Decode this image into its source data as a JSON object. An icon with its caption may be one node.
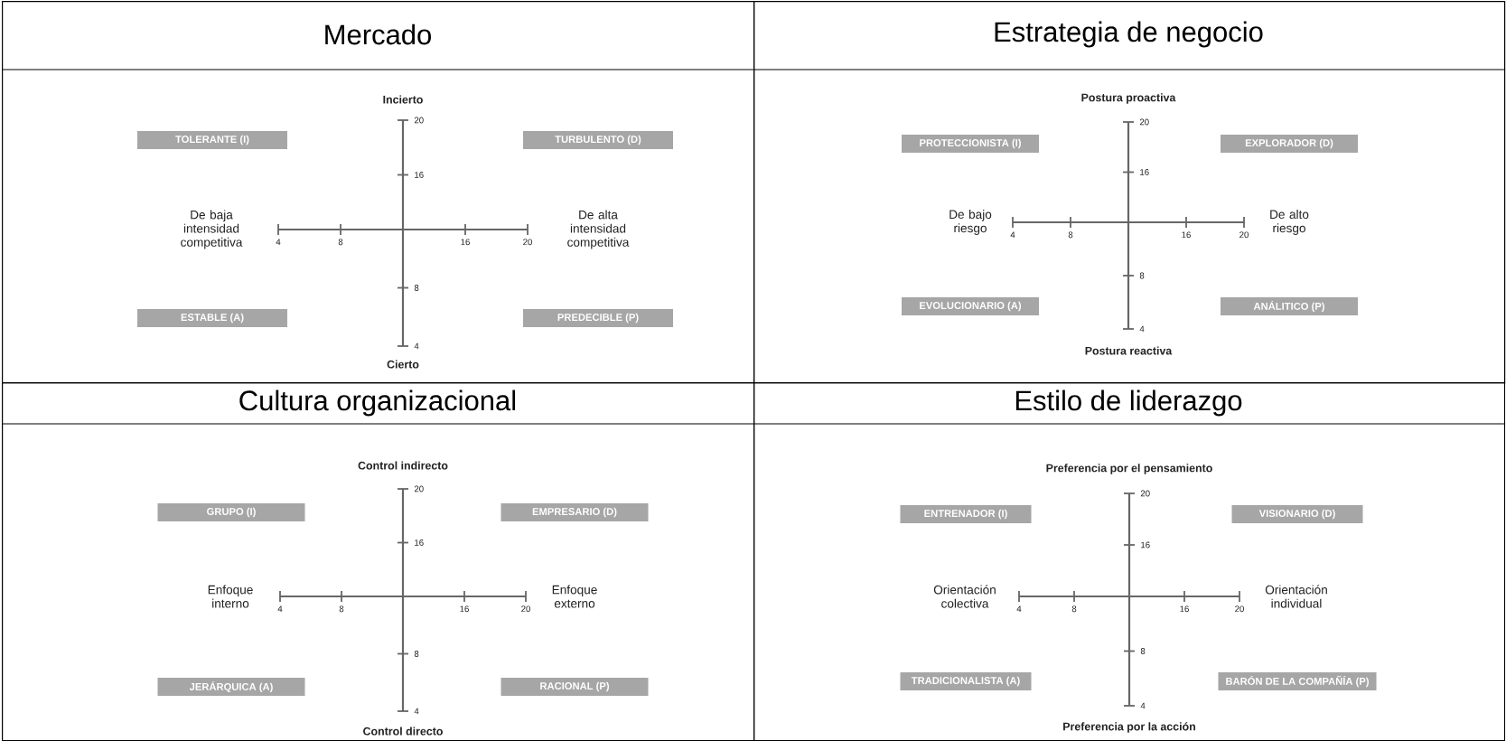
{
  "diagram": {
    "nodes": [
      {
        "text": [
          "Mercado"
        ]
      },
      {
        "text": [
          "TOLERANTE (I)"
        ],
        "in": 0
      },
      {
        "text": [
          "TURBULENTO (D)"
        ],
        "in": 0
      },
      {
        "text": [
          "ESTABLE (A)"
        ],
        "in": 0
      },
      {
        "text": [
          "PREDECIBLE (P)"
        ],
        "in": 0
      },
      {
        "text": [
          "Estrategia de negocio"
        ]
      },
      {
        "text": [
          "PROTECCIONISTA (I)"
        ],
        "in": 5
      },
      {
        "text": [
          "EXPLORADOR (D)"
        ],
        "in": 5
      },
      {
        "text": [
          "EVOLUCIONARIO (A)"
        ],
        "in": 5
      },
      {
        "text": [
          "ANÁLITICO (P)"
        ],
        "in": 5
      },
      {
        "text": [
          "Cultura organizacional"
        ]
      },
      {
        "text": [
          "GRUPO (I)"
        ],
        "in": 10
      },
      {
        "text": [
          "EMPRESARIO (D)"
        ],
        "in": 10
      },
      {
        "text": [
          "JERÁRQUICA (A)"
        ],
        "in": 10
      },
      {
        "text": [
          "RACIONAL (P)"
        ],
        "in": 10
      },
      {
        "text": [
          "Estilo de liderazgo"
        ]
      },
      {
        "text": [
          "ENTRENADOR (I)"
        ],
        "in": 15
      },
      {
        "text": [
          "VISIONARIO (D)"
        ],
        "in": 15
      },
      {
        "text": [
          "TRADICIONALISTA (A)"
        ],
        "in": 15
      },
      {
        "text": [
          "BARÓN DE LA COMPAÑÍA (P)"
        ],
        "in": 15
      }
    ],
    "labels": [
      "Incierto",
      "20",
      "16",
      "De baja intensidad competitiva",
      "4",
      "8",
      "16",
      "20",
      "De alta intensidad competitiva",
      "8",
      "4",
      "Cierto",
      "Postura proactiva",
      "20",
      "16",
      "De bajo riesgo",
      "4",
      "8",
      "16",
      "20",
      "De alto riesgo",
      "8",
      "4",
      "Postura reactiva",
      "Control indirecto",
      "20",
      "16",
      "Enfoque interno",
      "4",
      "8",
      "16",
      "20",
      "Enfoque externo",
      "8",
      "4",
      "Control directo",
      "Preferencia por el pensamiento",
      "20",
      "16",
      "Orientación colectiva",
      "4",
      "8",
      "16",
      "20",
      "Orientación individual",
      "8",
      "4",
      "Preferencia por la acción"
    ]
  }
}
